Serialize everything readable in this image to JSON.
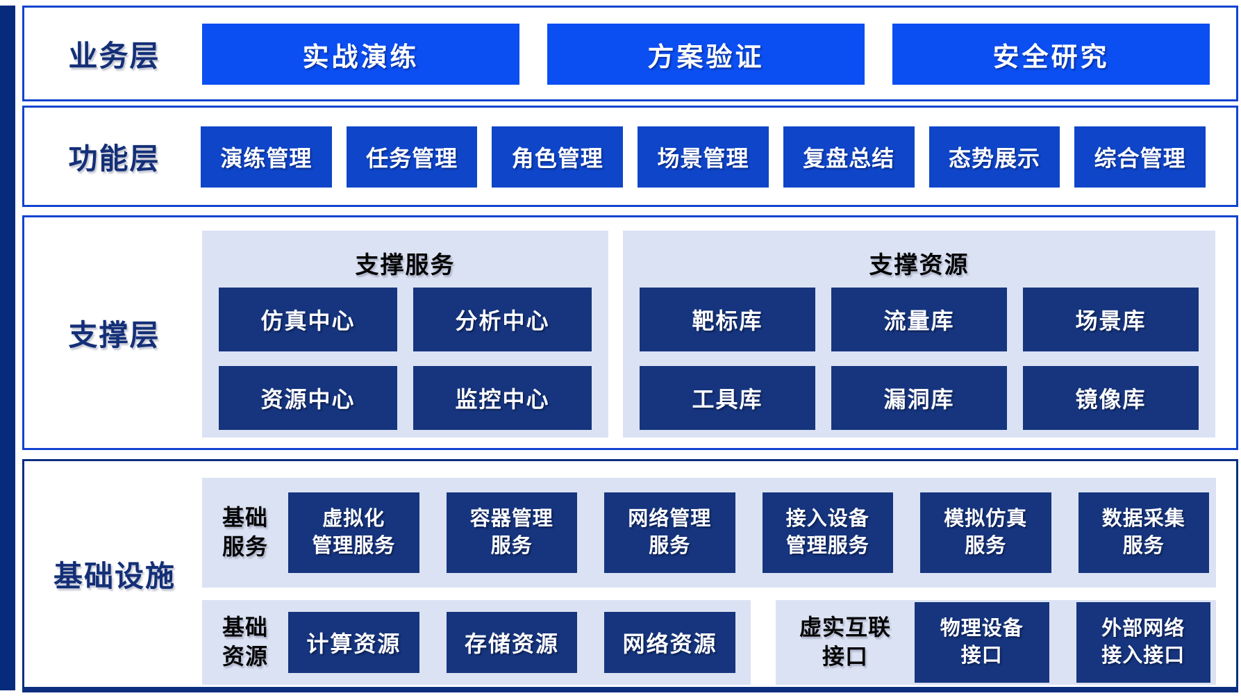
{
  "colors": {
    "accent_bar": "#062a7c",
    "frame_border": "#1243cf",
    "frame_border_dark": "#0b2e7f",
    "business_button_blue": "#0b4ef2",
    "function_button_blue": "#0e45c9",
    "navy_box": "#16357e",
    "panel_background": "#dbe2f3",
    "layer_label_navy": "#142f77"
  },
  "business_layer": {
    "label": "业务层",
    "buttons": [
      "实战演练",
      "方案验证",
      "安全研究"
    ]
  },
  "function_layer": {
    "label": "功能层",
    "buttons": [
      "演练管理",
      "任务管理",
      "角色管理",
      "场景管理",
      "复盘总结",
      "态势展示",
      "综合管理"
    ]
  },
  "support_layer": {
    "label": "支撑层",
    "services": {
      "title": "支撑服务",
      "items": [
        "仿真中心",
        "分析中心",
        "资源中心",
        "监控中心"
      ]
    },
    "resources": {
      "title": "支撑资源",
      "items": [
        "靶标库",
        "流量库",
        "场景库",
        "工具库",
        "漏洞库",
        "镜像库"
      ]
    }
  },
  "infrastructure_layer": {
    "label": "基础设施",
    "base_services": {
      "label_line1": "基础",
      "label_line2": "服务",
      "items": [
        {
          "line1": "虚拟化",
          "line2": "管理服务"
        },
        {
          "line1": "容器管理",
          "line2": "服务"
        },
        {
          "line1": "网络管理",
          "line2": "服务"
        },
        {
          "line1": "接入设备",
          "line2": "管理服务"
        },
        {
          "line1": "模拟仿真",
          "line2": "服务"
        },
        {
          "line1": "数据采集",
          "line2": "服务"
        }
      ]
    },
    "base_resources": {
      "label_line1": "基础",
      "label_line2": "资源",
      "items": [
        "计算资源",
        "存储资源",
        "网络资源"
      ]
    },
    "interconnect": {
      "label_line1": "虚实互联",
      "label_line2": "接口",
      "items": [
        {
          "line1": "物理设备",
          "line2": "接口"
        },
        {
          "line1": "外部网络",
          "line2": "接入接口"
        }
      ]
    }
  }
}
